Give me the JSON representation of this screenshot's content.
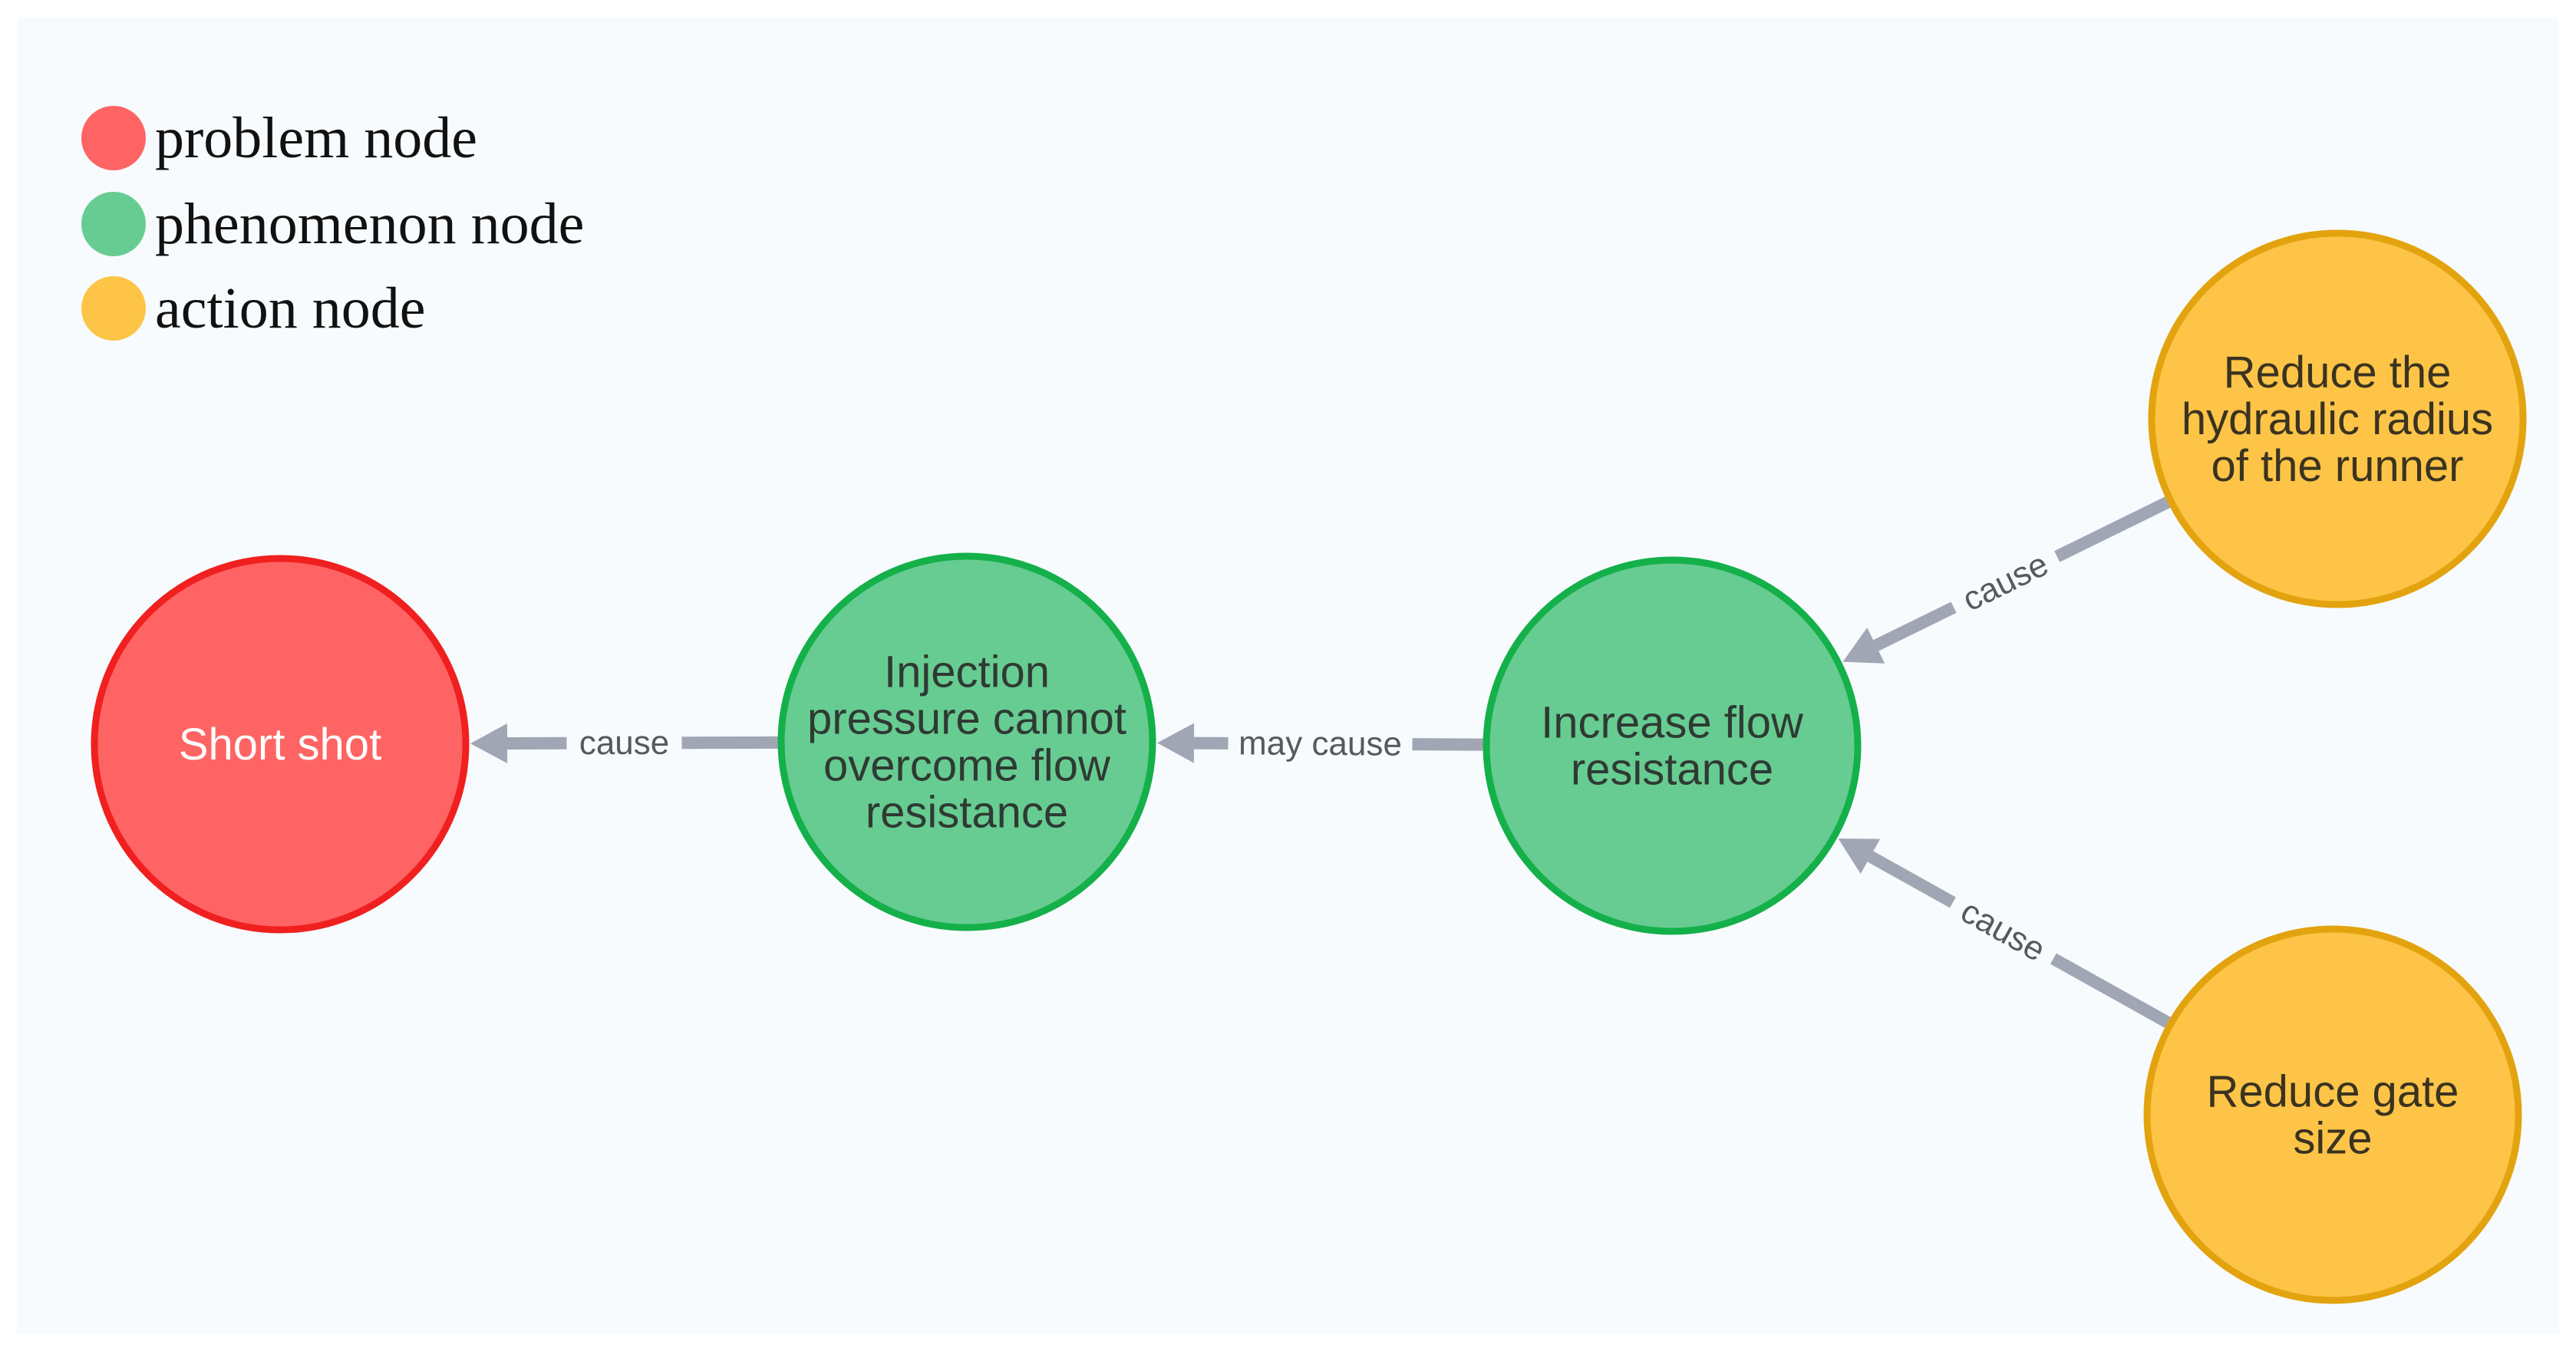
{
  "legend": [
    {
      "label": "problem node",
      "color": "#ff6464"
    },
    {
      "label": "phenomenon node",
      "color": "#67cc91"
    },
    {
      "label": "action node",
      "color": "#fdc447"
    }
  ],
  "nodes": {
    "short_shot": {
      "lines": [
        "Short shot"
      ],
      "fill": "#ff6464",
      "stroke": "#f02020",
      "text_color": "#ffffff"
    },
    "injection_pressure": {
      "lines": [
        "Injection",
        "pressure cannot",
        "overcome flow",
        "resistance"
      ],
      "fill": "#67cc91",
      "stroke": "#14b04a",
      "text_color": "#2f3a33"
    },
    "increase_flow": {
      "lines": [
        "Increase flow",
        "resistance"
      ],
      "fill": "#67cc91",
      "stroke": "#14b04a",
      "text_color": "#2f3a33"
    },
    "reduce_radius": {
      "lines": [
        "Reduce the",
        "hydraulic radius",
        "of the runner"
      ],
      "fill": "#fdc447",
      "stroke": "#e3a30f",
      "text_color": "#3a3320"
    },
    "reduce_gate": {
      "lines": [
        "Reduce gate",
        "size"
      ],
      "fill": "#fdc447",
      "stroke": "#e3a30f",
      "text_color": "#3a3320"
    }
  },
  "edges": [
    {
      "from": "injection_pressure",
      "to": "short_shot",
      "label": "cause"
    },
    {
      "from": "increase_flow",
      "to": "injection_pressure",
      "label": "may cause"
    },
    {
      "from": "reduce_radius",
      "to": "increase_flow",
      "label": "cause"
    },
    {
      "from": "reduce_gate",
      "to": "increase_flow",
      "label": "cause"
    }
  ],
  "edge_color": "#a0a6b3"
}
